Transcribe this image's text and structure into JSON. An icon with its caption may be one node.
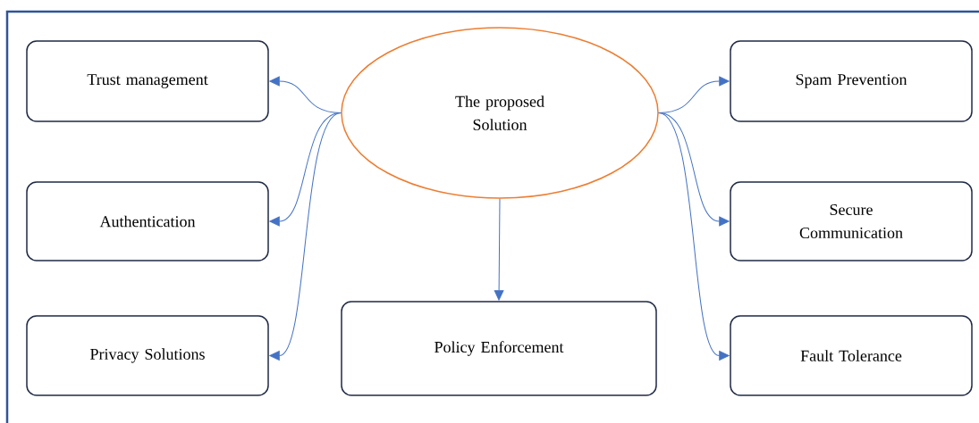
{
  "diagram": {
    "nodes": [
      {
        "text": [
          "The proposed Solution"
        ]
      },
      {
        "text": [
          "Trust management"
        ]
      },
      {
        "text": [
          "Authentication"
        ]
      },
      {
        "text": [
          "Privacy Solutions"
        ]
      },
      {
        "text": [
          "Policy Enforcement"
        ]
      },
      {
        "text": [
          "Spam Prevention"
        ]
      },
      {
        "text": [
          "Secure Communication"
        ]
      },
      {
        "text": [
          "Fault Tolerance"
        ]
      }
    ],
    "edges": [
      {
        "from": 0,
        "to": 1,
        "arrow": "to"
      },
      {
        "from": 0,
        "to": 2,
        "arrow": "to"
      },
      {
        "from": 0,
        "to": 3,
        "arrow": "to"
      },
      {
        "from": 0,
        "to": 4,
        "arrow": "to"
      },
      {
        "from": 0,
        "to": 5,
        "arrow": "to"
      },
      {
        "from": 0,
        "to": 6,
        "arrow": "to"
      },
      {
        "from": 0,
        "to": 7,
        "arrow": "to"
      }
    ]
  }
}
